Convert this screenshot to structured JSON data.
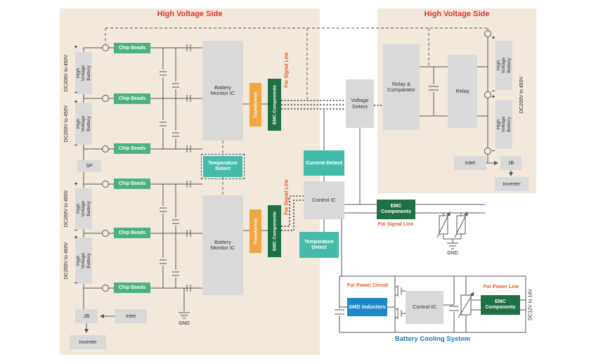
{
  "labels": {
    "high_voltage_side": "High Voltage Side",
    "dc200_450": "DC200V to 450V",
    "dc12_14": "DC12V to 14V",
    "high_voltage_battery": "High Voltage Battery",
    "chip_beads": "Chip Beads",
    "battery_monitor_ic": "Battery Monitor IC",
    "temperature_detect": "Temperature Detect",
    "transformer": "Transformer",
    "emc_components": "EMC Components",
    "for_signal_line": "For Signal Line",
    "for_power_circuit": "For Power Circuit",
    "for_power_line": "For Power Line",
    "sp": "SP",
    "jb": "JB",
    "inlet": "Inlet",
    "inverter": "Inverter",
    "gnd": "GND",
    "voltage_detect": "Voltage Detect",
    "current_detect": "Current Detect",
    "control_ic": "Control IC",
    "smd_inductors": "SMD Inductors",
    "relay_comparator": "Relay & Comparator",
    "relay": "Relay",
    "battery_cooling_system": "Battery Cooling System",
    "plus": "+",
    "minus": "−"
  },
  "colors": {
    "panel": "#f2e9dc",
    "block_gray": "#d9d9d9",
    "green": "#4bb17e",
    "teal": "#45bcaa",
    "dark_green": "#1e7145",
    "orange": "#f0a73f",
    "blue": "#1d87c9",
    "red": "#d9342b",
    "orange_text": "#e2571d",
    "blue_text": "#1a78be",
    "wire": "#555555",
    "text_dark": "#333333"
  }
}
